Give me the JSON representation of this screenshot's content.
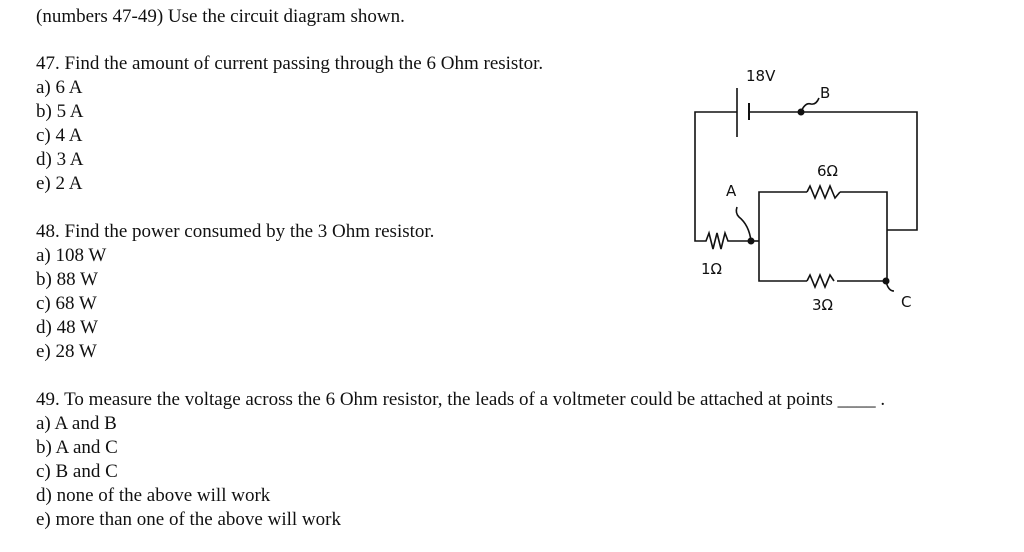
{
  "header": "(numbers 47-49)  Use the circuit diagram shown.",
  "q47": {
    "question": "47.  Find the amount of current passing through the 6 Ohm resistor.",
    "options": [
      "a)  6 A",
      "b)  5 A",
      "c)  4 A",
      "d)  3 A",
      "e)  2 A"
    ]
  },
  "q48": {
    "question": "48.  Find the power consumed by the 3 Ohm resistor.",
    "options": [
      "a)  108 W",
      "b)  88 W",
      "c)  68 W",
      "d)  48 W",
      "e)  28 W"
    ]
  },
  "q49": {
    "question": "49.  To measure the voltage across the 6 Ohm resistor, the leads of a voltmeter could be attached at points ____ .",
    "options": [
      "a)  A and B",
      "b)  A and C",
      "c)  B and C",
      "d)  none of the above will work",
      "e)  more than one of the above will work"
    ]
  },
  "circuit": {
    "battery": "18V",
    "r6": "6Ω",
    "r3": "3Ω",
    "r1": "1Ω",
    "pointA": "A",
    "pointB": "B",
    "pointC": "C"
  }
}
